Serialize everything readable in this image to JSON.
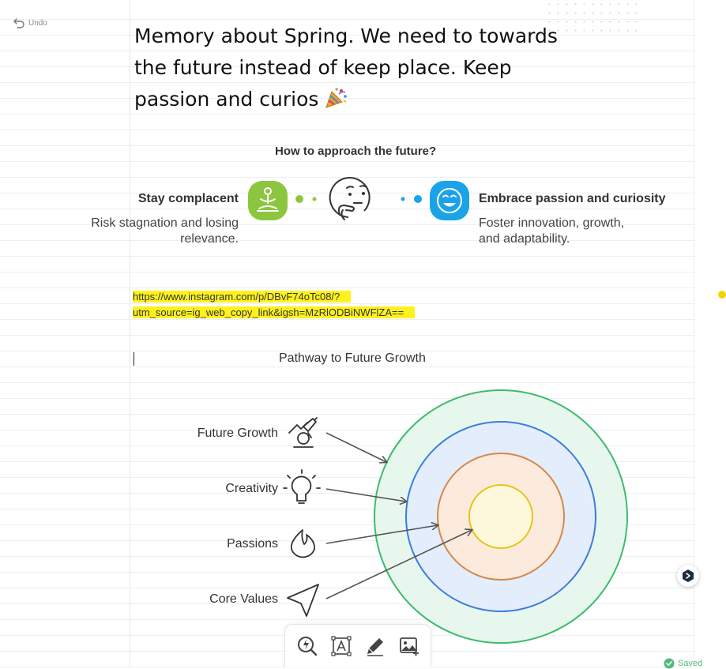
{
  "toolbar_top": {
    "undo_label": "Undo"
  },
  "note": {
    "title_text": "Memory about Spring. We need to towards the future instead of keep place. Keep passion and curios"
  },
  "infographic": {
    "question": "How to approach the future?",
    "left": {
      "heading": "Stay complacent",
      "description": "Risk stagnation and losing relevance."
    },
    "right": {
      "heading": "Embrace passion and curiosity",
      "description": "Foster innovation, growth, and adaptability."
    },
    "colors": {
      "left_accent": "#8cc63f",
      "right_accent": "#1aa3e8"
    }
  },
  "link": {
    "line1": "https://www.instagram.com/p/DBvF74oTc08/?",
    "line2": "utm_source=ig_web_copy_link&igsh=MzRlODBiNWFlZA==",
    "highlight_color": "#fff21c"
  },
  "diagram": {
    "title": "Pathway to Future Growth",
    "items": [
      {
        "label": "Future Growth",
        "icon": "microscope-icon"
      },
      {
        "label": "Creativity",
        "icon": "lightbulb-icon"
      },
      {
        "label": "Passions",
        "icon": "flame-icon"
      },
      {
        "label": "Core Values",
        "icon": "navigation-arrow-icon"
      }
    ],
    "ring_colors": [
      "#3dbb6e",
      "#3b7ddd",
      "#d4884a",
      "#e6c41a"
    ]
  },
  "status": {
    "saved_label": "Saved"
  }
}
